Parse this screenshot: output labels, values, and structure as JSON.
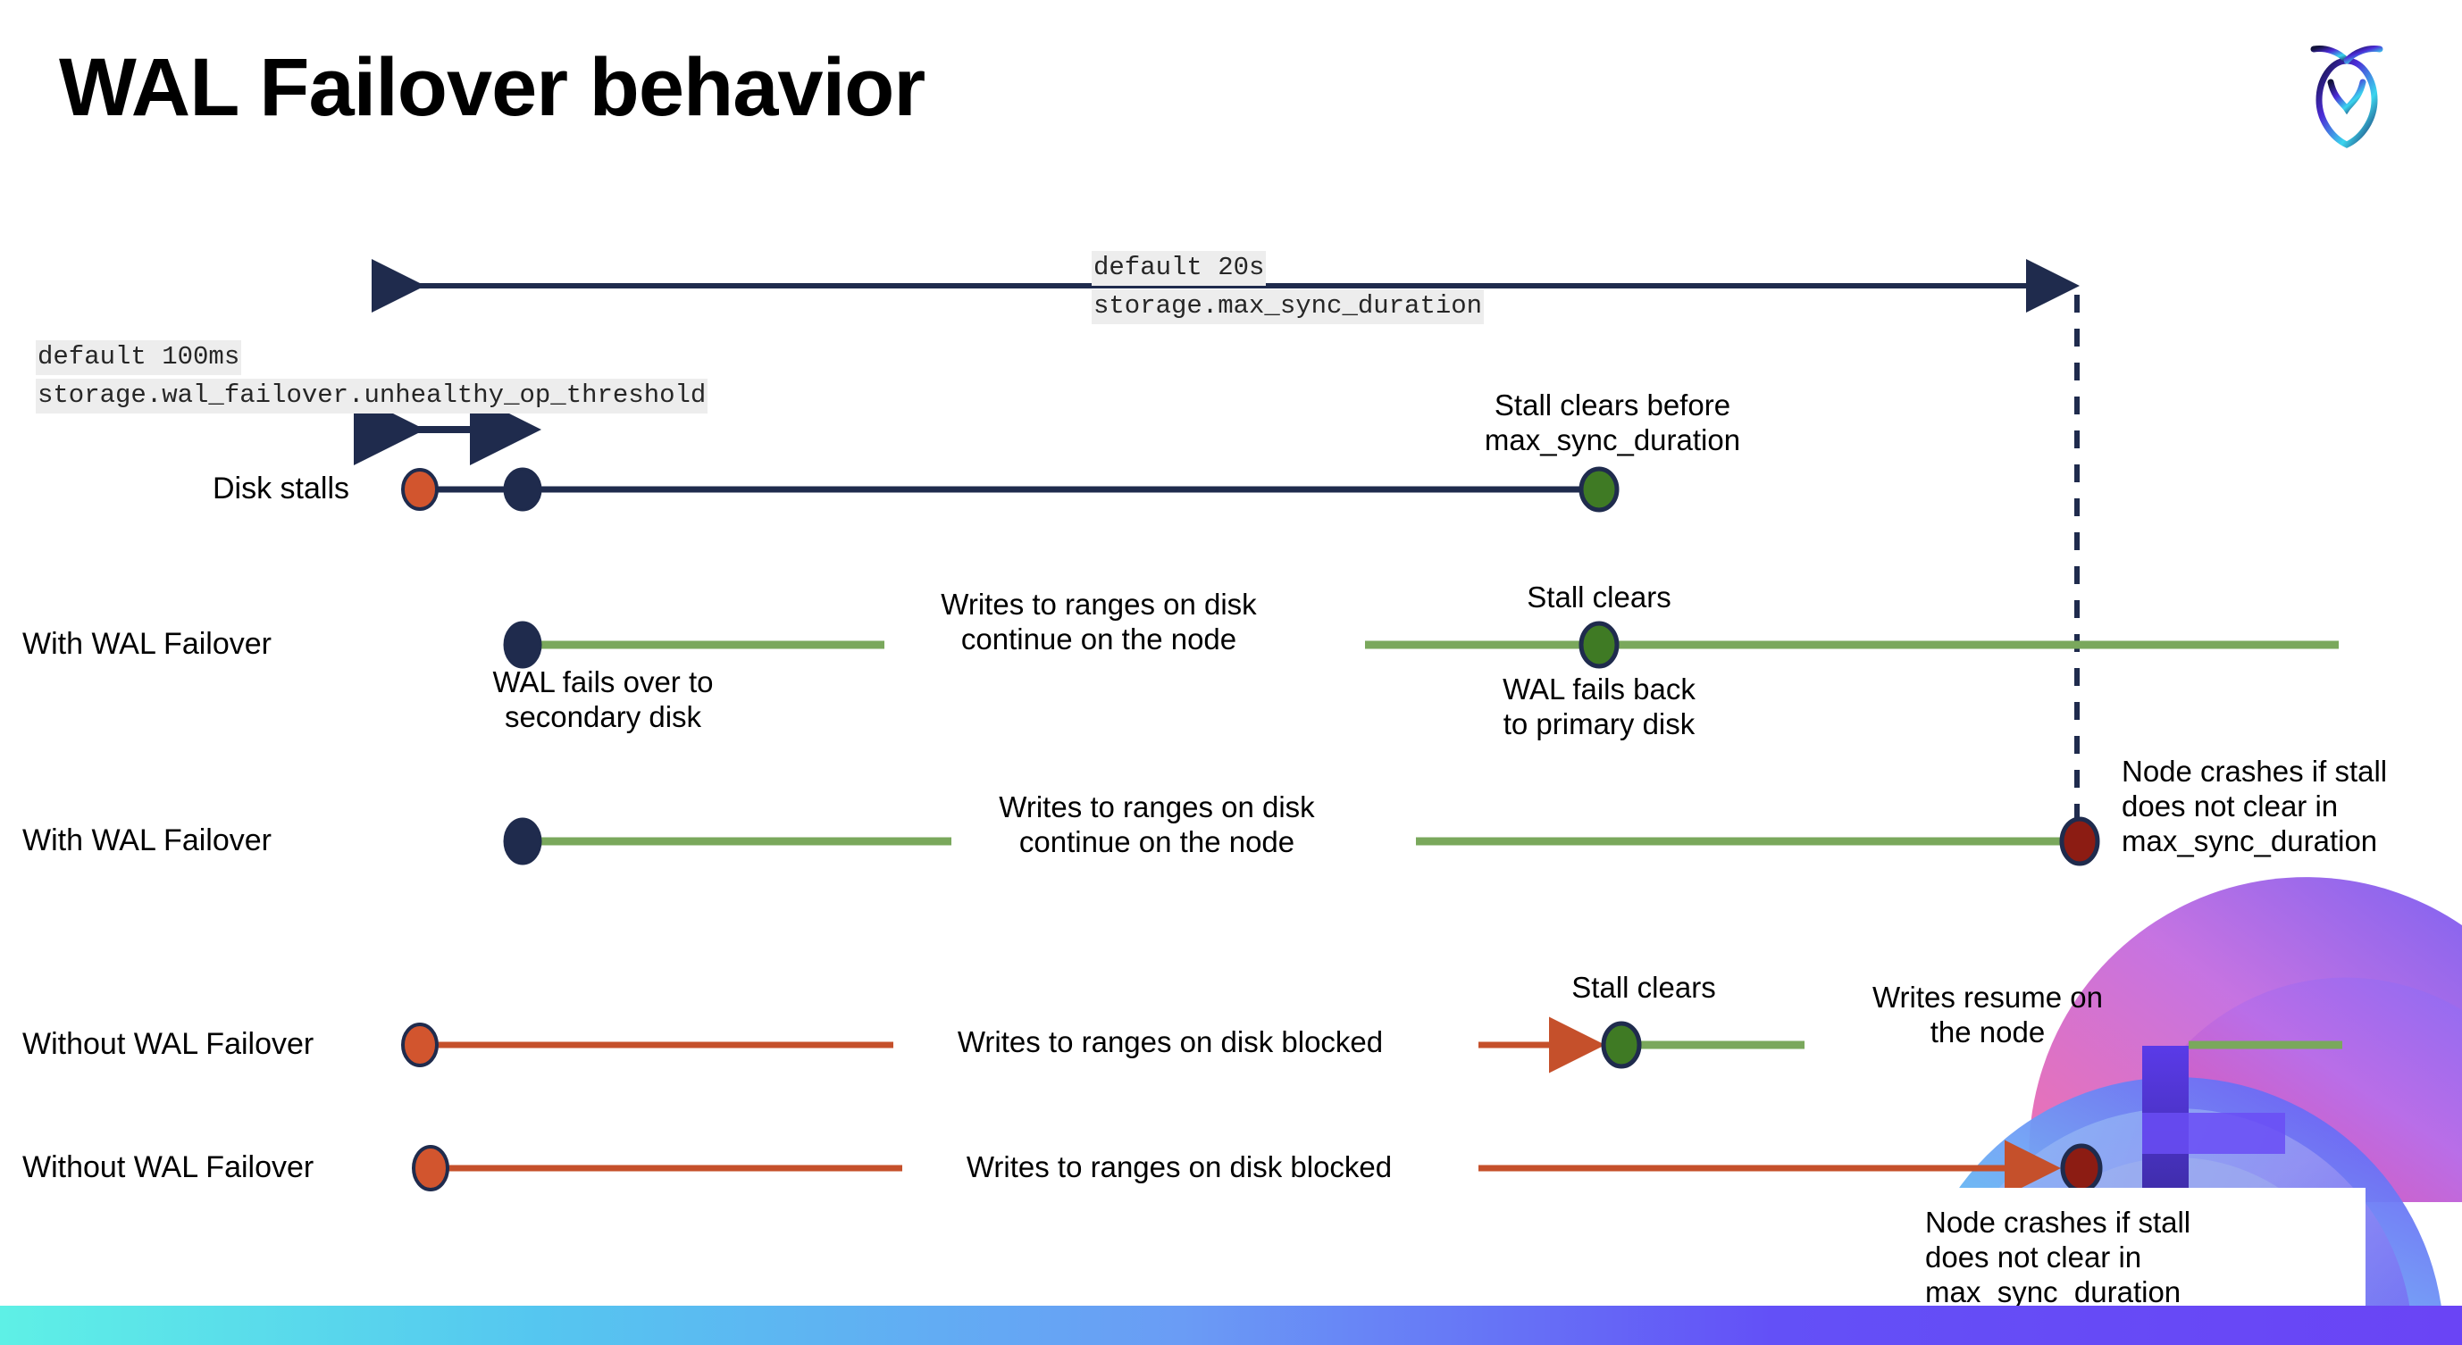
{
  "slide": {
    "title": "WAL Failover behavior",
    "logo_name": "cockroachdb-logo"
  },
  "colors": {
    "navy": "#1f2b4d",
    "green_line": "#7aa85c",
    "green_dot": "#3f7a24",
    "orange_line": "#c5502b",
    "orange_dot": "#d2552e",
    "dark_red_dot": "#8c1c13",
    "code_bg": "#ededed",
    "text": "#000000",
    "bar_gradient_start": "#5ef0e6",
    "bar_gradient_end": "#6a44f5"
  },
  "settings": {
    "max_sync_duration": {
      "default_label": "default 20s",
      "setting_label": "storage.max_sync_duration"
    },
    "unhealthy_op_threshold": {
      "default_label": "default 100ms",
      "setting_label": "storage.wal_failover.unhealthy_op_threshold"
    }
  },
  "rows": [
    {
      "id": "disk-stalls",
      "label": "Disk stalls",
      "annotations": [
        {
          "id": "stall-clears-before",
          "text": "Stall clears before\nmax_sync_duration"
        }
      ]
    },
    {
      "id": "with-wal-failover-1",
      "label": "With WAL Failover",
      "annotations": [
        {
          "id": "wal-fails-over",
          "text": "WAL fails over to\nsecondary disk"
        },
        {
          "id": "writes-continue-1",
          "text": "Writes to ranges on disk\ncontinue on the node"
        },
        {
          "id": "stall-clears-1",
          "text": "Stall clears"
        },
        {
          "id": "wal-fails-back",
          "text": "WAL fails  back\nto primary disk"
        }
      ]
    },
    {
      "id": "with-wal-failover-2",
      "label": "With WAL Failover",
      "annotations": [
        {
          "id": "writes-continue-2",
          "text": "Writes to ranges on disk\ncontinue on the node"
        },
        {
          "id": "node-crashes-1",
          "text": "Node crashes if stall\ndoes not clear in\nmax_sync_duration"
        }
      ]
    },
    {
      "id": "without-wal-failover-1",
      "label": "Without WAL Failover",
      "annotations": [
        {
          "id": "writes-blocked-1",
          "text": "Writes to ranges on disk  blocked"
        },
        {
          "id": "stall-clears-2",
          "text": "Stall clears"
        },
        {
          "id": "writes-resume",
          "text": "Writes resume on\nthe node"
        }
      ]
    },
    {
      "id": "without-wal-failover-2",
      "label": "Without WAL Failover",
      "annotations": [
        {
          "id": "writes-blocked-2",
          "text": "Writes to ranges on disk  blocked"
        },
        {
          "id": "node-crashes-2",
          "text": "Node crashes if stall\ndoes not clear in\nmax_sync_duration"
        }
      ]
    }
  ]
}
